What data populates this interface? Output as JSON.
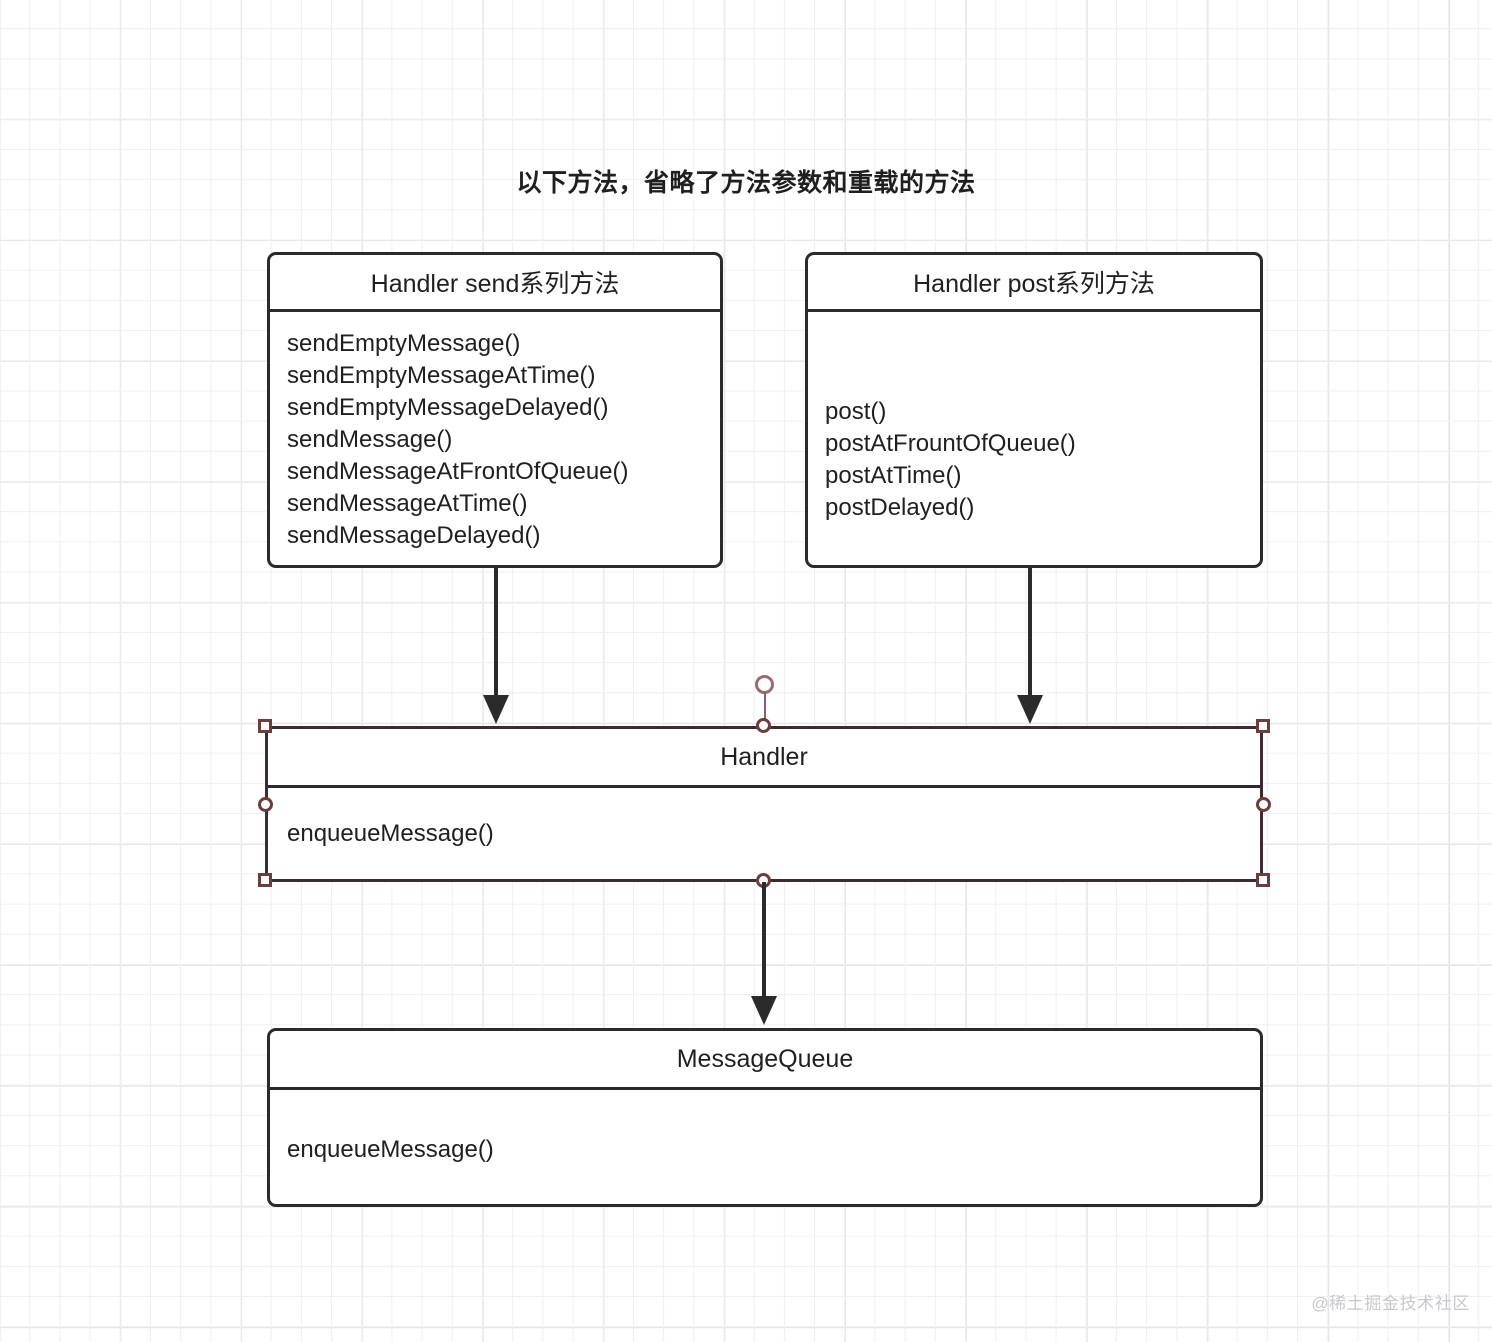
{
  "diagram": {
    "title": "以下方法，省略了方法参数和重载的方法",
    "watermark": "@稀土掘金技术社区",
    "colors": {
      "box_border": "#2b2b2b",
      "text": "#1f1f1f",
      "selection": "#6d3c3f",
      "selection_border": "#3e2b2d",
      "rotate_handle": "#9b6a72",
      "grid_minor": "#efefef",
      "grid_major": "#e3e3e3",
      "watermark": "#c6c9cc"
    },
    "boxes": {
      "send": {
        "title": "Handler send系列方法",
        "methods": [
          "sendEmptyMessage()",
          "sendEmptyMessageAtTime()",
          "sendEmptyMessageDelayed()",
          "sendMessage()",
          "sendMessageAtFrontOfQueue()",
          "sendMessageAtTime()",
          "sendMessageDelayed()"
        ]
      },
      "post": {
        "title": "Handler post系列方法",
        "methods": [
          "post()",
          "postAtFrountOfQueue()",
          "postAtTime()",
          "postDelayed()"
        ]
      },
      "handler": {
        "title": "Handler",
        "methods": [
          "enqueueMessage()"
        ],
        "selected": "true"
      },
      "message_queue": {
        "title": "MessageQueue",
        "methods": [
          "enqueueMessage()"
        ]
      }
    },
    "connectors": [
      {
        "name": "send-to-handler",
        "from": "send",
        "to": "handler"
      },
      {
        "name": "post-to-handler",
        "from": "post",
        "to": "handler"
      },
      {
        "name": "handler-to-message-queue",
        "from": "handler",
        "to": "message_queue"
      }
    ]
  }
}
